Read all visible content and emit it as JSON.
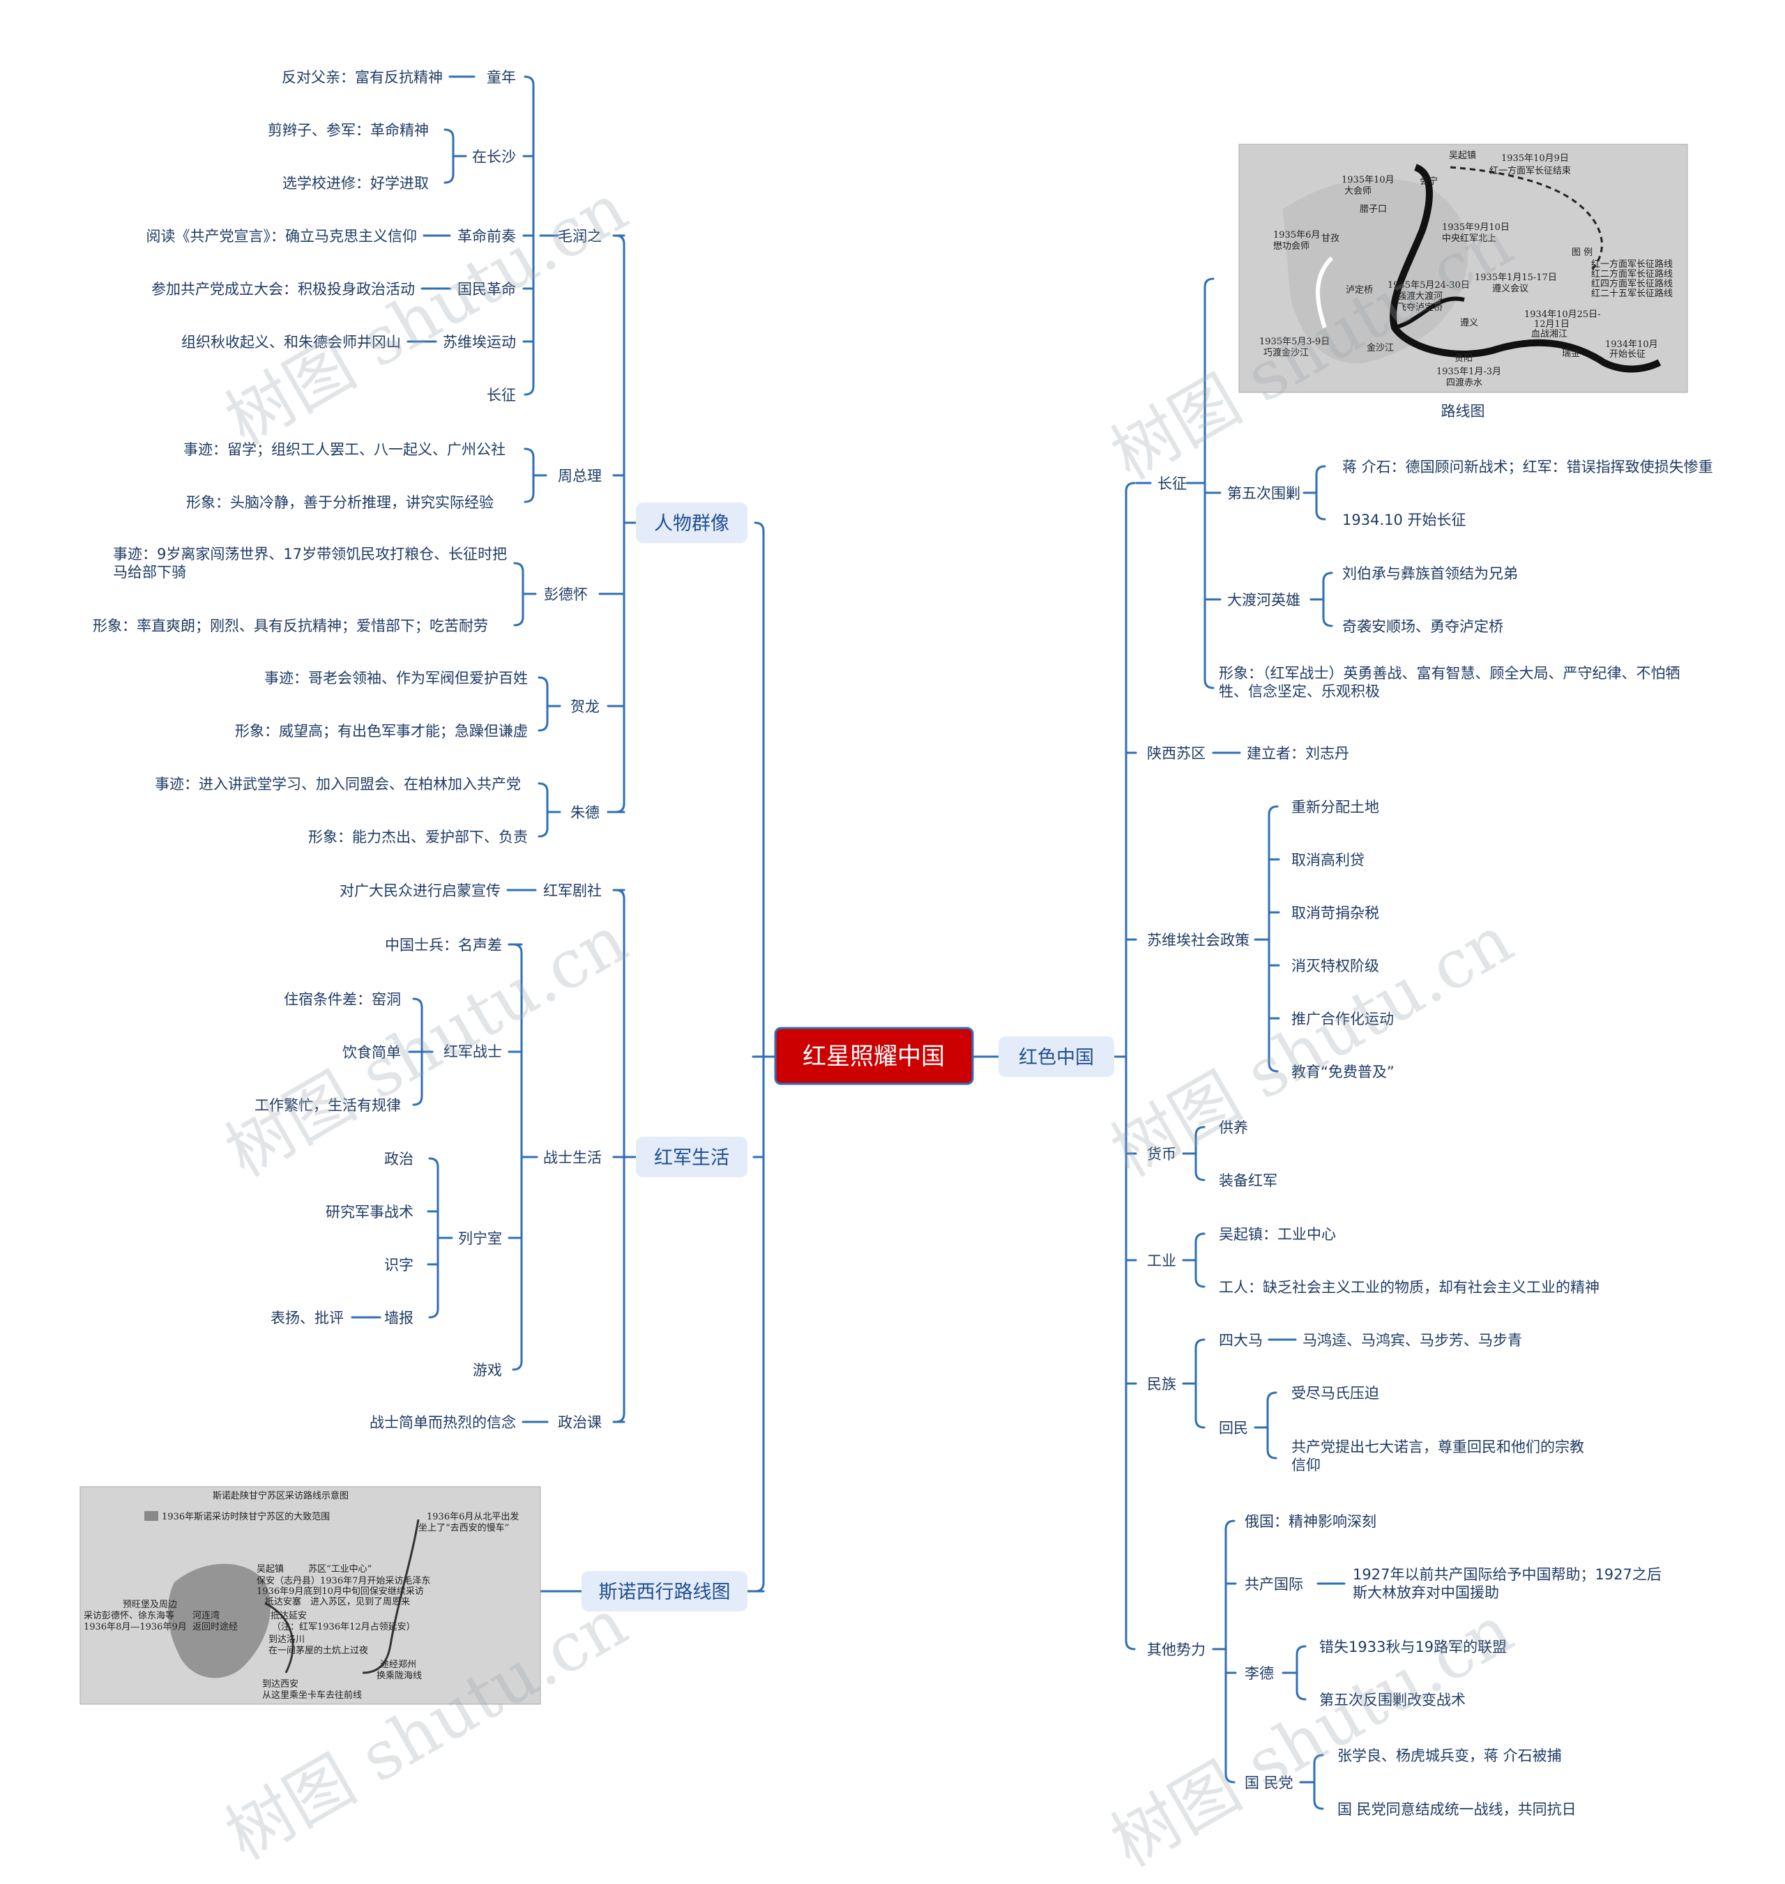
{
  "colors": {
    "line": "#2f6fb5",
    "root_fill": "#cc0000",
    "root_border": "#2f6fb5",
    "box_fill": "#e4ecf9",
    "text": "#1f3b63"
  },
  "root": "红星照耀中国",
  "left": {
    "group1": {
      "label": "人物群像",
      "mao": {
        "label": "毛润之",
        "items": [
          {
            "label": "童年",
            "detail": "反对父亲：富有反抗精神"
          },
          {
            "label": "在长沙",
            "detail1": "剪辫子、参军：革命精神",
            "detail2": "选学校进修：好学进取"
          },
          {
            "label": "革命前奏",
            "detail": "阅读《共产党宣言》：确立马克思主义信仰"
          },
          {
            "label": "国民革命",
            "detail": "参加共产党成立大会：积极投身政治活动"
          },
          {
            "label": "苏维埃运动",
            "detail": "组织秋收起义、和朱德会师井冈山"
          },
          {
            "label": "长征"
          }
        ]
      },
      "zhou": {
        "label": "周总理",
        "d1": "事迹：留学；组织工人罢工、八一起义、广州公社",
        "d2": "形象：头脑冷静，善于分析推理，讲究实际经验"
      },
      "peng": {
        "label": "彭德怀",
        "d1a": "事迹：9岁离家闯荡世界、17岁带领饥民攻打粮仓、长征时把",
        "d1b": "马给部下骑",
        "d2": "形象：率直爽朗；刚烈、具有反抗精神；爱惜部下；吃苦耐劳"
      },
      "he": {
        "label": "贺龙",
        "d1": "事迹：哥老会领袖、作为军阀但爱护百姓",
        "d2": "形象：威望高；有出色军事才能；急躁但谦虚"
      },
      "zhu": {
        "label": "朱德",
        "d1": "事迹：进入讲武堂学习、加入同盟会、在柏林加入共产党",
        "d2": "形象：能力杰出、爱护部下、负责"
      }
    },
    "group2": {
      "label": "红军生活",
      "juyuan": {
        "label": "红军剧社",
        "detail": "对广大民众进行启蒙宣传"
      },
      "zhanshi": {
        "label": "战士生活",
        "hongjun": {
          "label": "红军战士",
          "i1": "中国士兵：名声差",
          "i2": "住宿条件差：窑洞",
          "i3": "饮食简单",
          "i4": "工作繁忙，生活有规律"
        },
        "lenin": {
          "label": "列宁室",
          "i1": "政治",
          "i2": "研究军事战术",
          "i3": "识字",
          "i4": "墙报",
          "i4d": "表扬、批评"
        },
        "game": "游戏"
      },
      "zhengzhi": {
        "label": "政治课",
        "detail": "战士简单而热烈的信念"
      }
    },
    "group3": {
      "label": "斯诺西行路线图"
    }
  },
  "right": {
    "label": "红色中国",
    "changzheng": {
      "label": "长征",
      "map_caption": "路线图",
      "wuci": {
        "label": "第五次围剿",
        "d1": "蒋 介石：德国顾问新战术；红军：错误指挥致使损失惨重",
        "d2": "1934.10 开始长征"
      },
      "dadu": {
        "label": "大渡河英雄",
        "d1": "刘伯承与彝族首领结为兄弟",
        "d2": "奇袭安顺场、勇夺泸定桥"
      },
      "xx1": "形象：（红军战士）英勇善战、富有智慧、顾全大局、严守纪律、不怕牺",
      "xx2": "牲、信念坚定、乐观积极"
    },
    "shaanxi": {
      "label": "陕西苏区",
      "detail": "建立者：刘志丹"
    },
    "policy": {
      "label": "苏维埃社会政策",
      "items": [
        "重新分配土地",
        "取消高利贷",
        "取消苛捐杂税",
        "消灭特权阶级",
        "推广合作化运动",
        "教育“免费普及”"
      ]
    },
    "currency": {
      "label": "货币",
      "items": [
        "供养",
        "装备红军"
      ]
    },
    "industry": {
      "label": "工业",
      "items": [
        "吴起镇：工业中心",
        "工人：缺乏社会主义工业的物质，却有社会主义工业的精神"
      ]
    },
    "nation": {
      "label": "民族",
      "sida": "四大马",
      "sida_d": "马鸿逵、马鸿宾、马步芳、马步青",
      "huimin": "回民",
      "h1": "受尽马氏压迫",
      "h2a": "共产党提出七大诺言，尊重回民和他们的宗教",
      "h2b": "信仰"
    },
    "other": {
      "label": "其他势力",
      "russia": "俄国：精神影响深刻",
      "comintern": "共产国际",
      "c1": "1927年以前共产国际给予中国帮助；1927之后",
      "c2": "斯大林放弃对中国援助",
      "lide": "李德",
      "l1": "错失1933秋与19路军的联盟",
      "l2": "第五次反围剿改变战术",
      "gmd": "国 民党",
      "g1": "张学良、杨虎城兵变，蒋 介石被捕",
      "g2": "国 民党同意结成统一战线，共同抗日"
    }
  },
  "map1": {
    "t1": "吴起镇",
    "t2": "1935年10月9日",
    "t3": "红一方面军长征结束",
    "t4": "1935年10月",
    "t5": "大会师",
    "t6": "会宁",
    "t7": "腊子口",
    "t8": "1935年9月10日",
    "t9": "中央红军北上",
    "t10": "1935年6月",
    "t11": "懋功会师",
    "t12": "甘孜",
    "t13": "图 例",
    "t14": "红一方面军长征路线",
    "t15": "红二方面军长征路线",
    "t16": "红四方面军长征路线",
    "t17": "红二十五军长征路线",
    "t18": "泸定桥",
    "t19": "1935年5月24-30日",
    "t20": "强渡大渡河",
    "t21": "飞夺泸定桥",
    "t22": "1935年1月15-17日",
    "t23": "遵义会议",
    "t24": "遵义",
    "t25": "1934年10月25日-",
    "t26": "12月1日",
    "t27": "血战湘江",
    "t28": "1935年5月3-9日",
    "t29": "巧渡金沙江",
    "t30": "金沙江",
    "t31": "贵阳",
    "t32": "瑞金",
    "t33": "1934年10月",
    "t34": "开始长征",
    "t35": "1935年1月-3月",
    "t36": "四渡赤水"
  },
  "map2": {
    "title": "斯诺赴陕甘宁苏区采访路线示意图",
    "legend": "1936年斯诺采访时陕甘宁苏区的大致范围",
    "a1": "1936年6月从北平出发",
    "a2": "坐上了“去西安的慢车”",
    "b1": "吴起镇",
    "b2": "苏区“工业中心”",
    "c1": "保安（志丹县）1936年7月开始采访毛泽东",
    "c2": "1936年9月底到10月中旬回保安继续采访",
    "d1": "抵达安塞",
    "d2": "进入苏区，见到了周恩来",
    "e1": "预旺堡及周边",
    "e2": "采访彭德怀、徐东海等",
    "e3": "1936年8月—1936年9月",
    "f1": "河连湾",
    "f2": "返回时途经",
    "g1": "抵达延安",
    "g2": "（注：红军1936年12月占领延安）",
    "h1": "到达洛川",
    "h2": "在一间茅屋的土炕上过夜",
    "i1": "途经郑州",
    "i2": "换乘陇海线",
    "j1": "到达西安",
    "j2": "从这里乘坐卡车去往前线"
  },
  "watermark": {
    "a": "树图 shutu.cn"
  }
}
